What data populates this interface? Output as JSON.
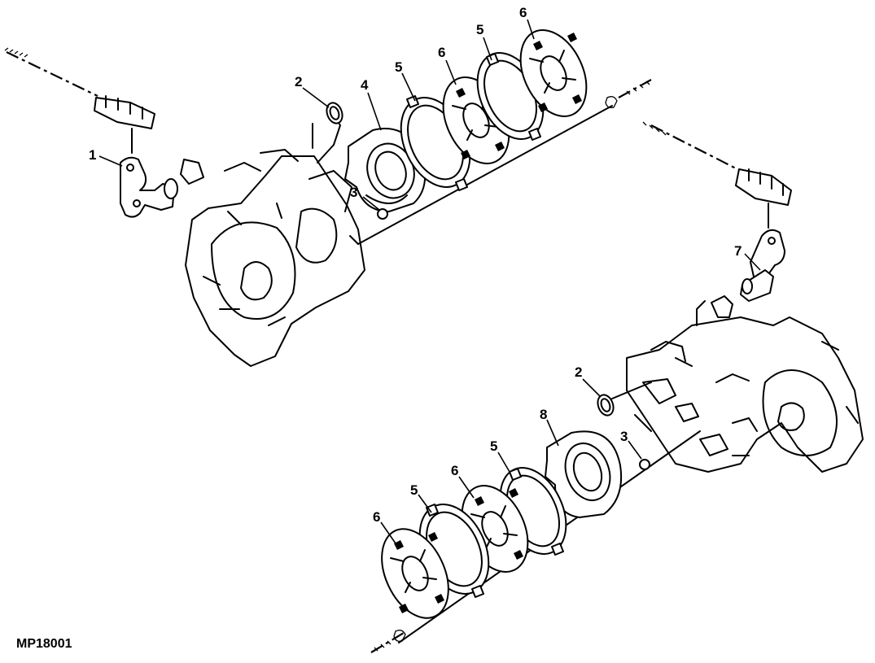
{
  "figure_id": "MP18001",
  "callouts": {
    "c1": "1",
    "c2_upper": "2",
    "c3_upper": "3",
    "c4": "4",
    "c5_upper_a": "5",
    "c6_upper_a": "6",
    "c5_upper_b": "5",
    "c6_upper_b": "6",
    "c7": "7",
    "c2_lower": "2",
    "c8": "8",
    "c3_lower": "3",
    "c5_lower_a": "5",
    "c6_lower_a": "6",
    "c5_lower_b": "5",
    "c6_lower_b": "6"
  }
}
